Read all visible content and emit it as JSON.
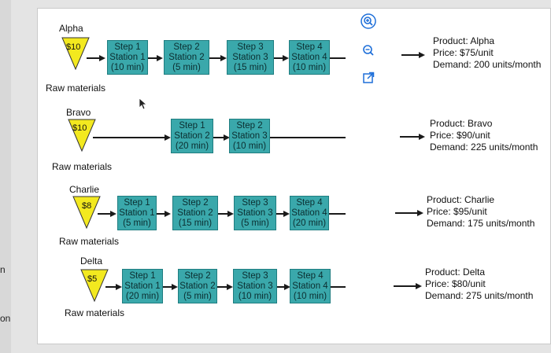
{
  "left_fragments": [
    "n",
    "on"
  ],
  "products": [
    {
      "name": "Alpha",
      "price_tag": "$10",
      "raw_label": "Raw materials",
      "steps": [
        {
          "step": "Step 1",
          "station": "Station 1",
          "time": "(10 min)"
        },
        {
          "step": "Step 2",
          "station": "Station 2",
          "time": "(5 min)"
        },
        {
          "step": "Step 3",
          "station": "Station 3",
          "time": "(15 min)"
        },
        {
          "step": "Step 4",
          "station": "Station 4",
          "time": "(10 min)"
        }
      ],
      "info": {
        "product": "Product: Alpha",
        "price": "Price: $75/unit",
        "demand": "Demand: 200 units/month"
      }
    },
    {
      "name": "Bravo",
      "price_tag": "$10",
      "raw_label": "Raw materials",
      "steps": [
        {
          "step": "Step 1",
          "station": "Station 2",
          "time": "(20 min)"
        },
        {
          "step": "Step 2",
          "station": "Station 3",
          "time": "(10 min)"
        }
      ],
      "info": {
        "product": "Product: Bravo",
        "price": "Price: $90/unit",
        "demand": "Demand: 225 units/month"
      }
    },
    {
      "name": "Charlie",
      "price_tag": "$8",
      "raw_label": "Raw materials",
      "steps": [
        {
          "step": "Step 1",
          "station": "Station 1",
          "time": "(5 min)"
        },
        {
          "step": "Step 2",
          "station": "Station 2",
          "time": "(15 min)"
        },
        {
          "step": "Step 3",
          "station": "Station 3",
          "time": "(5 min)"
        },
        {
          "step": "Step 4",
          "station": "Station 4",
          "time": "(20 min)"
        }
      ],
      "info": {
        "product": "Product: Charlie",
        "price": "Price: $95/unit",
        "demand": "Demand: 175 units/month"
      }
    },
    {
      "name": "Delta",
      "price_tag": "$5",
      "raw_label": "Raw materials",
      "steps": [
        {
          "step": "Step 1",
          "station": "Station 1",
          "time": "(20 min)"
        },
        {
          "step": "Step 2",
          "station": "Station 2",
          "time": "(5 min)"
        },
        {
          "step": "Step 3",
          "station": "Station 3",
          "time": "(10 min)"
        },
        {
          "step": "Step 4",
          "station": "Station 4",
          "time": "(10 min)"
        }
      ],
      "info": {
        "product": "Product: Delta",
        "price": "Price: $80/unit",
        "demand": "Demand: 275 units/month"
      }
    }
  ],
  "toolbar": {
    "icons": [
      "zoom-in-icon",
      "zoom-out-icon",
      "open-external-icon"
    ]
  },
  "colors": {
    "step_fill": "#3aa8ab",
    "step_border": "#1f7d80",
    "triangle_fill": "#f3e91f",
    "icon_blue": "#1e6fd9"
  }
}
